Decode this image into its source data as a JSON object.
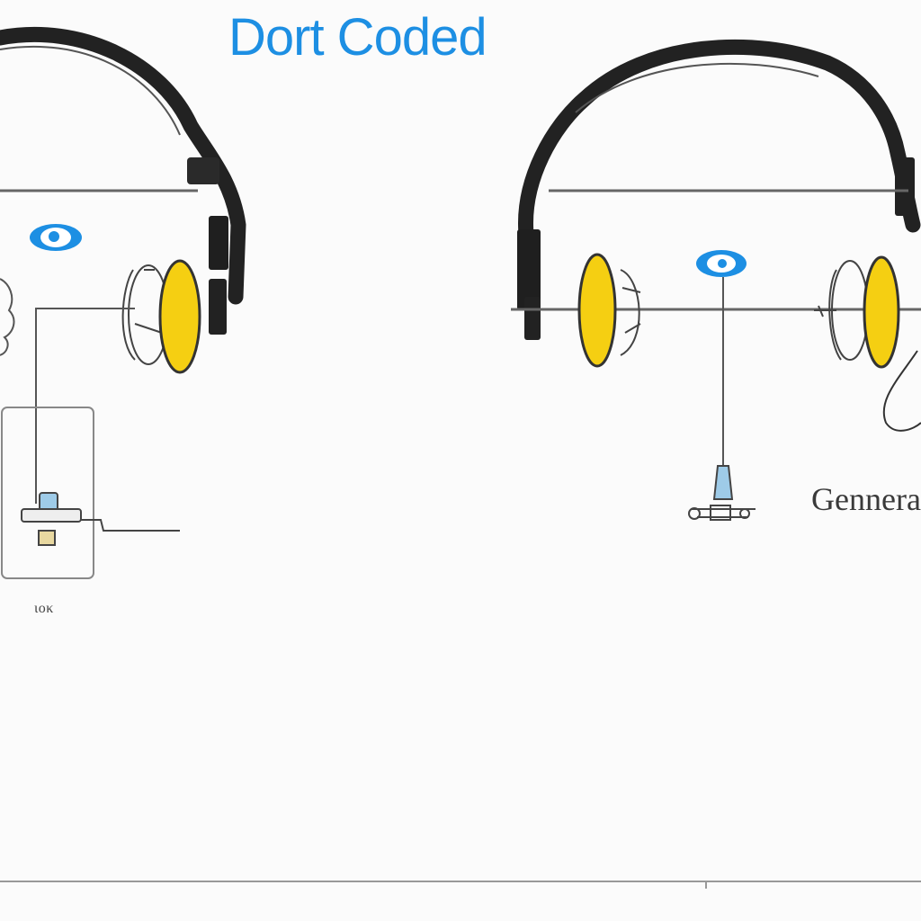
{
  "diagram": {
    "title": "Dort Coded",
    "label_left": "ιοκ",
    "label_right": "Genneral",
    "colors": {
      "title": "#1d8fe3",
      "ear_cup": "#f5cf12",
      "headband": "#222222",
      "eye_icon": "#1d8fe3",
      "wire": "#555555"
    },
    "icons": [
      "left-headphones-icon",
      "right-headphones-icon",
      "left-eye-icon",
      "right-eye-icon",
      "left-device-icon",
      "right-probe-icon"
    ]
  }
}
